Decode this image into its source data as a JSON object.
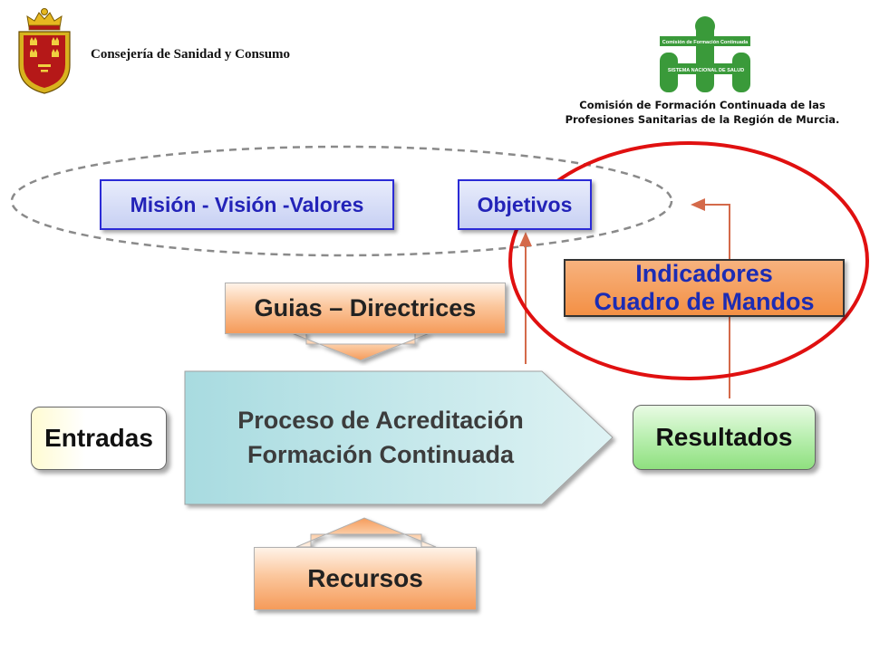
{
  "header": {
    "department": "Consejería de Sanidad y Consumo",
    "commission_line1": "Comisión de Formación Continuada de las",
    "commission_line2": "Profesiones Sanitarias de la Región de Murcia.",
    "logo_top_text": "Comisión de Formación Continuada",
    "logo_bottom_text": "SISTEMA NACIONAL DE SALUD"
  },
  "diagram": {
    "mission": "Misión - Visión -Valores",
    "objectives": "Objetivos",
    "guides": "Guias – Directrices",
    "indicators_line1": "Indicadores",
    "indicators_line2": "Cuadro de Mandos",
    "inputs": "Entradas",
    "process_line1": "Proceso de Acreditación",
    "process_line2": "Formación Continuada",
    "results": "Resultados",
    "resources": "Recursos"
  },
  "colors": {
    "blue_text": "#2323b8",
    "orange": "#f59b5a",
    "green": "#8fe07f",
    "red_circle": "#e01010",
    "arrow": "#d46a4a",
    "logo_green": "#3a9a3a"
  }
}
